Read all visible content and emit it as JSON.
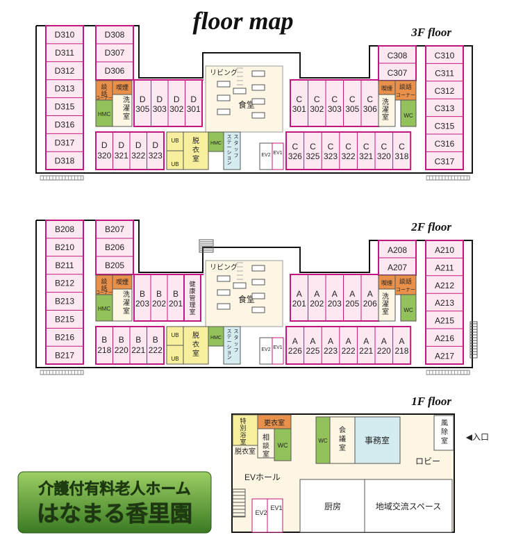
{
  "title": "floor map",
  "floors": {
    "f3": {
      "label": "3F floor",
      "left_wing": [
        "D310",
        "D311",
        "D312",
        "D313",
        "D315",
        "D316",
        "D317",
        "D318"
      ],
      "inner_left": [
        "D308",
        "D307",
        "D306"
      ],
      "rooms_top": [
        [
          "D",
          "305"
        ],
        [
          "D",
          "303"
        ],
        [
          "D",
          "302"
        ],
        [
          "D",
          "301"
        ]
      ],
      "rooms_bottom": [
        [
          "D",
          "320"
        ],
        [
          "D",
          "321"
        ],
        [
          "D",
          "322"
        ],
        [
          "D",
          "323"
        ]
      ],
      "rooms_top_right": [
        [
          "C",
          "301"
        ],
        [
          "C",
          "302"
        ],
        [
          "C",
          "303"
        ],
        [
          "C",
          "305"
        ],
        [
          "C",
          "306"
        ]
      ],
      "rooms_bottom_right": [
        [
          "C",
          "326"
        ],
        [
          "C",
          "325"
        ],
        [
          "C",
          "323"
        ],
        [
          "C",
          "322"
        ],
        [
          "C",
          "321"
        ],
        [
          "C",
          "320"
        ],
        [
          "C",
          "318"
        ]
      ],
      "inner_right": [
        "C308",
        "C307"
      ],
      "right_wing": [
        "C310",
        "C311",
        "C312",
        "C313",
        "C315",
        "C316",
        "C317"
      ]
    },
    "f2": {
      "label": "2F floor",
      "left_wing": [
        "B208",
        "B210",
        "B211",
        "B212",
        "B213",
        "B215",
        "B216",
        "B217"
      ],
      "inner_left": [
        "B207",
        "B206",
        "B205"
      ],
      "rooms_top": [
        [
          "B",
          "203"
        ],
        [
          "B",
          "202"
        ],
        [
          "B",
          "201"
        ]
      ],
      "kenko": "健康管理室",
      "rooms_bottom": [
        [
          "B",
          "218"
        ],
        [
          "B",
          "220"
        ],
        [
          "B",
          "221"
        ],
        [
          "B",
          "222"
        ]
      ],
      "rooms_top_right": [
        [
          "A",
          "201"
        ],
        [
          "A",
          "202"
        ],
        [
          "A",
          "203"
        ],
        [
          "A",
          "205"
        ],
        [
          "A",
          "206"
        ]
      ],
      "rooms_bottom_right": [
        [
          "A",
          "226"
        ],
        [
          "A",
          "225"
        ],
        [
          "A",
          "223"
        ],
        [
          "A",
          "222"
        ],
        [
          "A",
          "221"
        ],
        [
          "A",
          "220"
        ],
        [
          "A",
          "218"
        ]
      ],
      "inner_right": [
        "A208",
        "A207"
      ],
      "right_wing": [
        "A210",
        "A211",
        "A212",
        "A213",
        "A215",
        "A216",
        "A217"
      ]
    },
    "f1": {
      "label": "1F floor",
      "tokubetsu": "特別浴室",
      "datsui": "脱衣室",
      "kouisitsu": "更衣室",
      "soudan": "相談室",
      "wc": "WC",
      "kaigi": "会議室",
      "jimu": "事務室",
      "fuujo": "風除室",
      "iriguchi": "◀入口",
      "lobby": "ロビー",
      "ev_hall": "EVホール",
      "ev1": "EV1",
      "ev2": "EV2",
      "chubo": "厨房",
      "chiiki": "地域交流スペース"
    }
  },
  "shared": {
    "living": "リビング",
    "dining": "食堂",
    "danwa": "談話コーナー",
    "kitsuen": "喫煙",
    "sentaku": "洗濯室",
    "hmc": "HMC",
    "wc": "WC",
    "ub": "UB",
    "datsui": "脱衣室",
    "staff": "スタッフステーション",
    "ev1": "EV1",
    "ev2": "EV2"
  },
  "logo": {
    "line1": "介護付有料老人ホーム",
    "line2": "はなまる香里園"
  }
}
